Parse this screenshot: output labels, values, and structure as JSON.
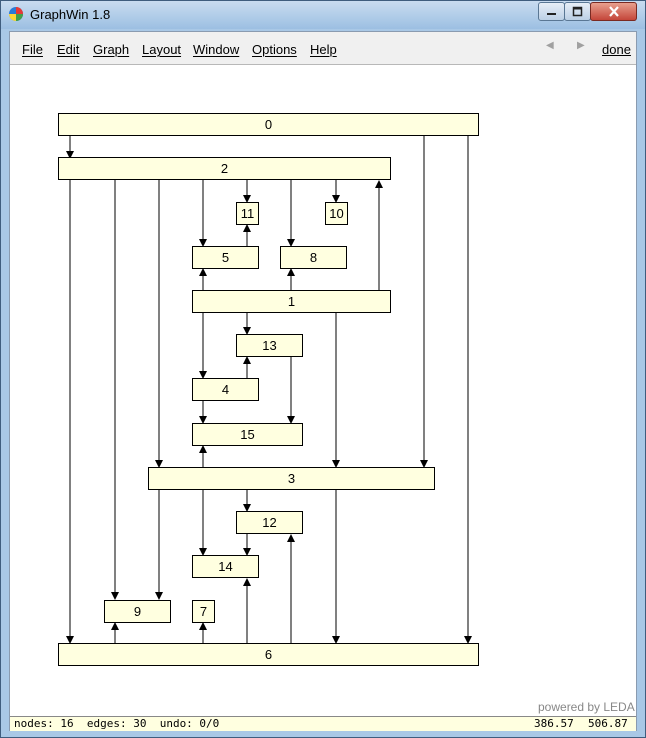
{
  "window": {
    "title": "GraphWin 1.8"
  },
  "menu": [
    "File",
    "Edit",
    "Graph",
    "Layout",
    "Window",
    "Options",
    "Help"
  ],
  "toolbar": {
    "done_label": "done"
  },
  "graph": {
    "nodes": [
      "0",
      "2",
      "11",
      "10",
      "5",
      "8",
      "1",
      "13",
      "4",
      "15",
      "3",
      "12",
      "14",
      "9",
      "7",
      "6"
    ]
  },
  "footer": {
    "powered": "powered by LEDA"
  },
  "status": {
    "text": "nodes: 16  edges: 30  undo: 0/0",
    "x": "386.57",
    "y": "506.87"
  }
}
